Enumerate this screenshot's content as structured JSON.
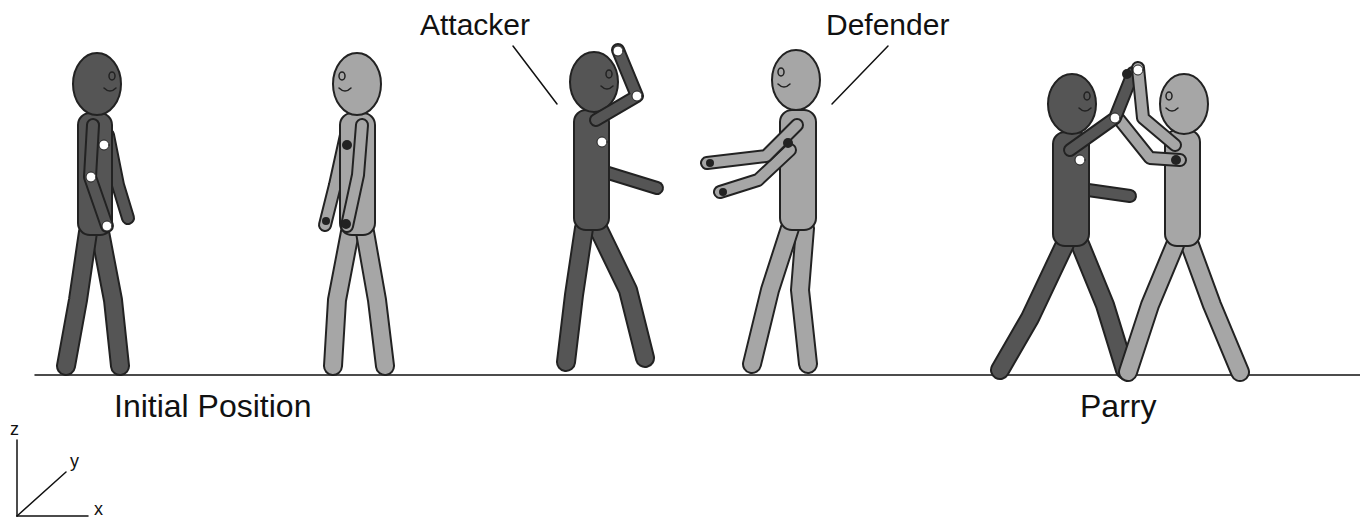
{
  "diagram": {
    "labels": [
      "Attacker",
      "Defender",
      "Initial Position",
      "Parry",
      "z",
      "y",
      "x"
    ]
  }
}
